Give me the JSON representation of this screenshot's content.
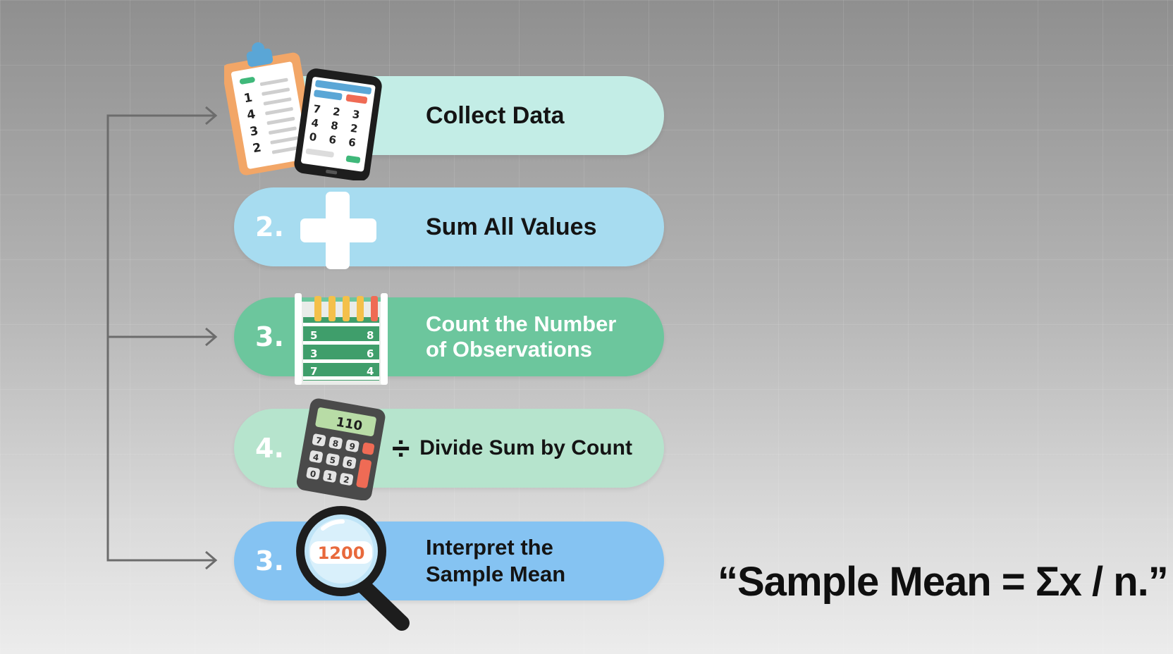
{
  "steps": [
    {
      "number": "",
      "label": "Collect Data",
      "icon": "clipboard-tablet-icon",
      "color": "#c3ede6"
    },
    {
      "number": "2.",
      "label": "Sum All Values",
      "icon": "plus-icon",
      "color": "#a7dcf0"
    },
    {
      "number": "3.",
      "label_line1": "Count the Number",
      "label_line2": "of Observations",
      "icon": "abacus-icon",
      "color": "#6cc69d"
    },
    {
      "number": "4.",
      "label": "Divide Sum by Count",
      "icon": "calculator-icon",
      "color": "#b6e4cd"
    },
    {
      "number": "3.",
      "label_line1": "Interpret the",
      "label_line2": "Sample Mean",
      "icon": "magnifying-glass-icon",
      "color": "#85c3f2"
    }
  ],
  "icons": {
    "clipboard_numbers": [
      "1",
      "4",
      "3",
      "2"
    ],
    "tablet_numbers": [
      "7",
      "2",
      "3",
      "4",
      "8",
      "2",
      "0",
      "6",
      "6"
    ],
    "abacus_numbers": [
      "5",
      "8",
      "3",
      "6",
      "7",
      "4"
    ],
    "calculator_display": "110",
    "calculator_keys": [
      "7",
      "8",
      "9",
      "4",
      "5",
      "6",
      "0",
      "1",
      "2"
    ],
    "magnifier_value": "1200",
    "divide_symbol": "÷"
  },
  "formula": "“Sample Mean = Σx / n.”"
}
